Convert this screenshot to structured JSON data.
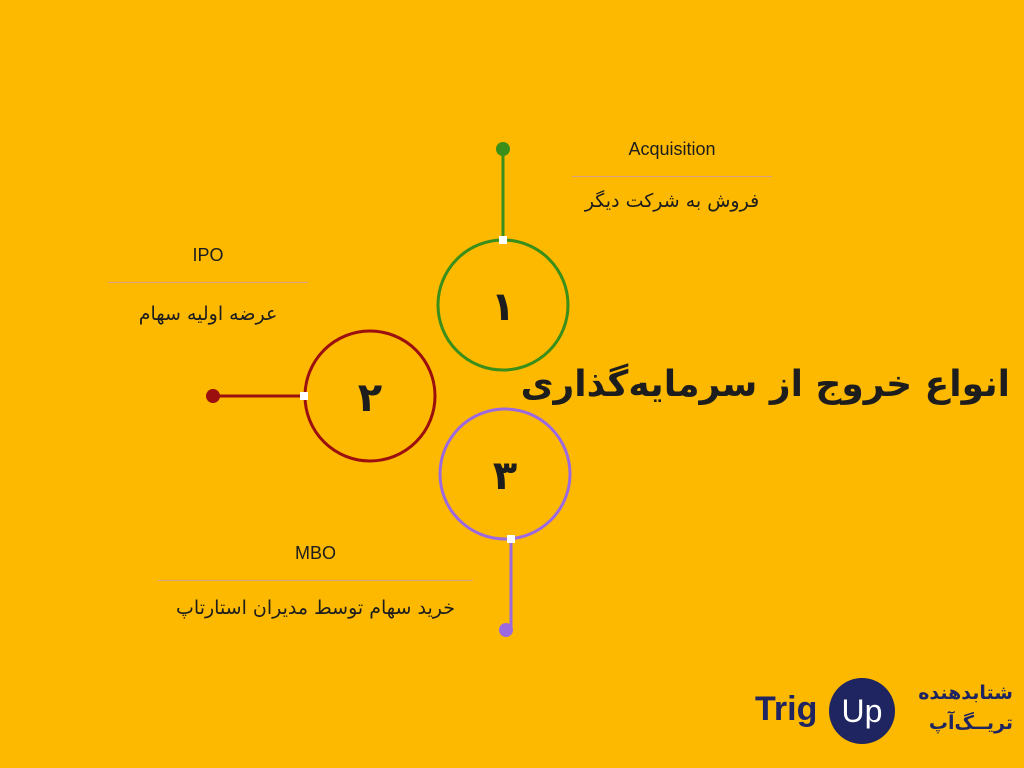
{
  "title": "انواع خروج از سرمایه‌گذاری",
  "steps": [
    {
      "number": "۱",
      "english": "Acquisition",
      "persian": "فروش به شرکت دیگر",
      "color": "#3A8E1A"
    },
    {
      "number": "۲",
      "english": "IPO",
      "persian": "عرضه اولیه سهام",
      "color": "#9B0F0F"
    },
    {
      "number": "۳",
      "english": "MBO",
      "persian": "خرید سهام توسط مدیران استارتاپ",
      "color": "#9C6ADE"
    }
  ],
  "logo": {
    "word": "Trig",
    "circle_text": "Up",
    "fa_line1": "شتابدهنده",
    "fa_line2": "تریــگ‌آپ",
    "color": "#1F2560"
  },
  "background": "#FDB900"
}
